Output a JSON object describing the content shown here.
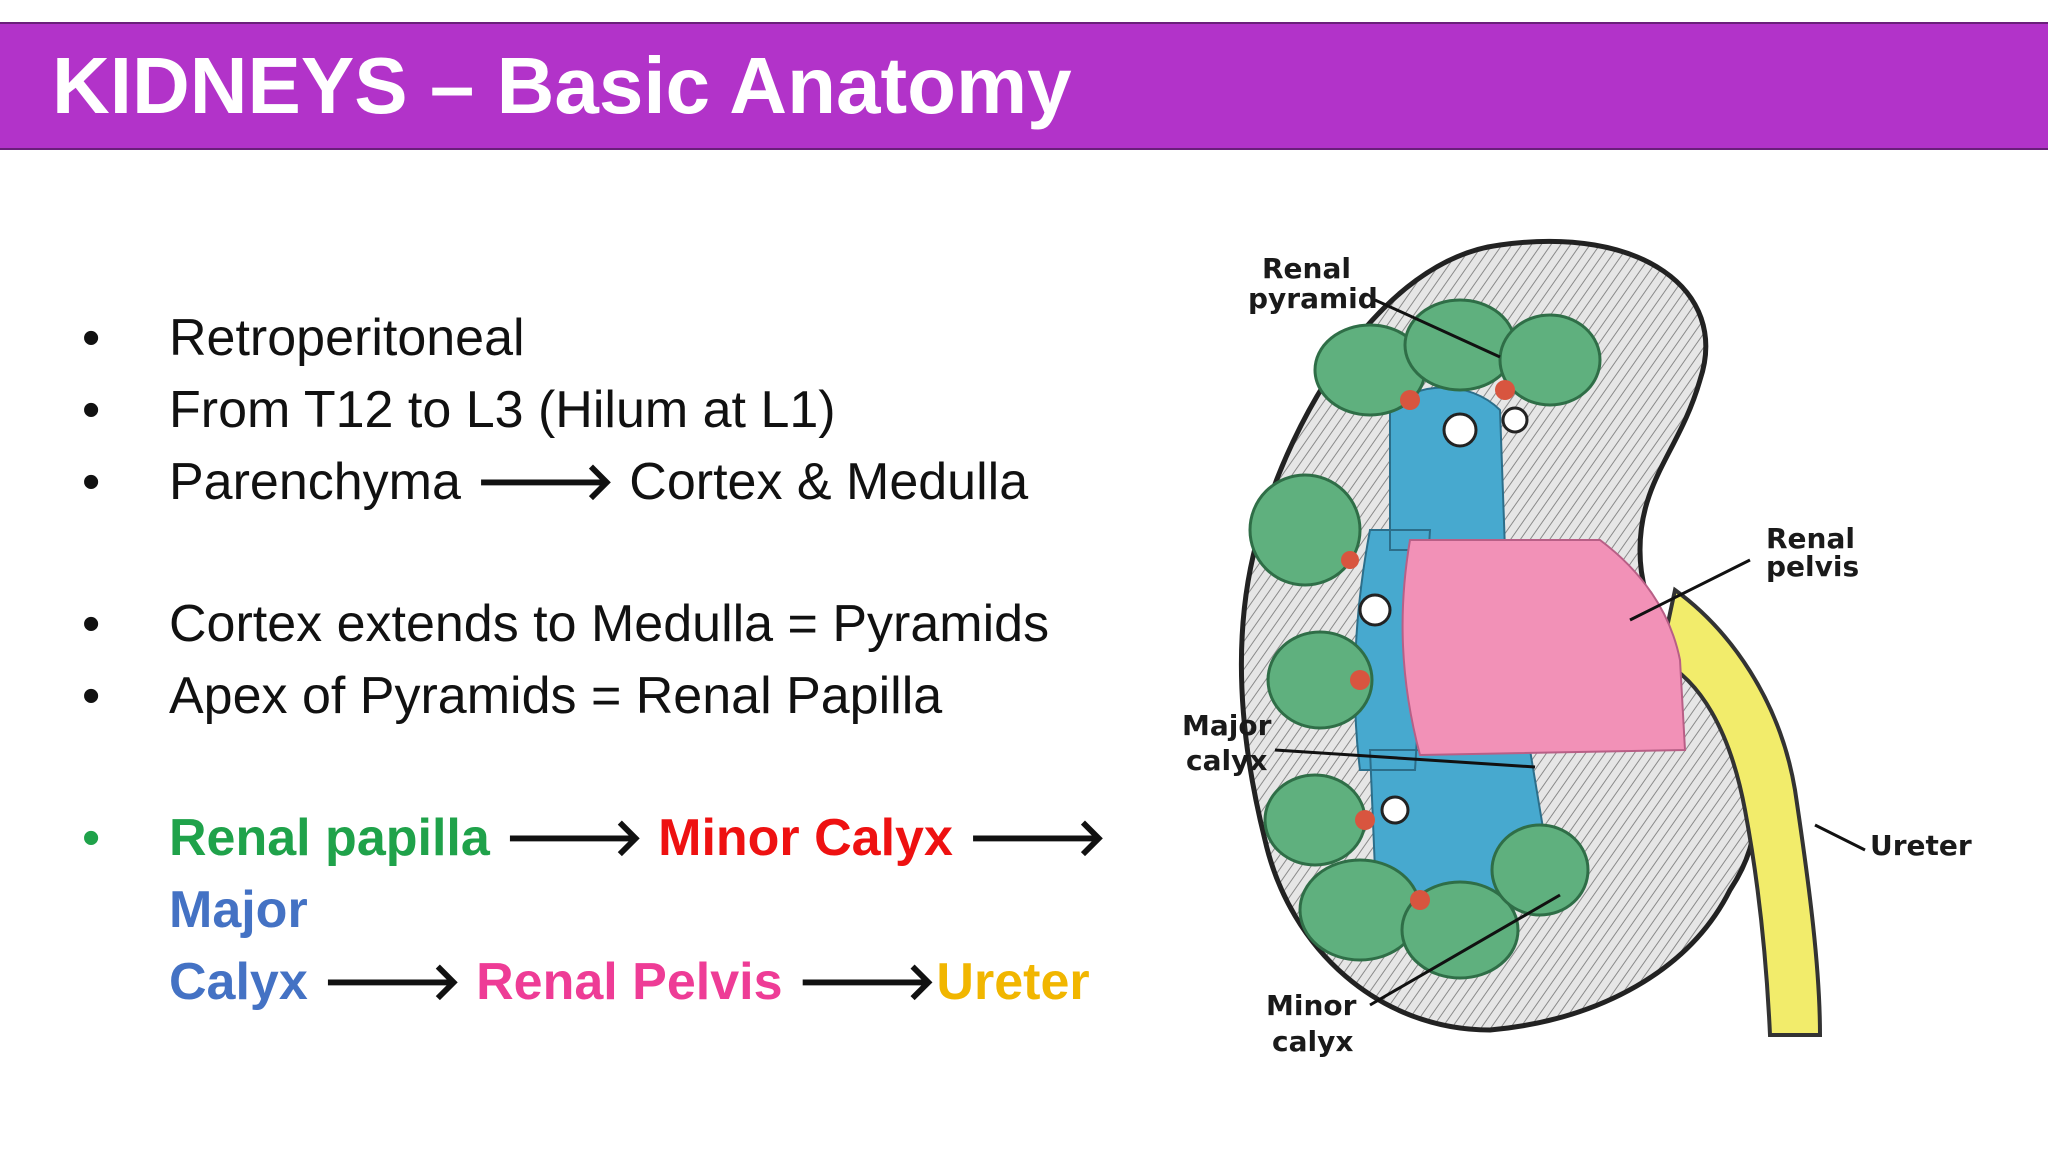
{
  "header": {
    "title": "KIDNEYS – Basic Anatomy"
  },
  "colors": {
    "title_bar": "#b233c9",
    "renal_papilla": "#1fa24a",
    "minor_calyx": "#ee1111",
    "major_calyx": "#4472c4",
    "renal_pelvis": "#ee3c96",
    "ureter": "#f1b600"
  },
  "bullets": {
    "group1": [
      "Retroperitoneal",
      "From T12 to L3 (Hilum at L1)"
    ],
    "parenchyma": {
      "left": "Parenchyma",
      "arrow": "🡒",
      "right": "Cortex & Medulla"
    },
    "group2": [
      "Cortex extends to Medulla = Pyramids",
      "Apex of Pyramids = Renal Papilla"
    ],
    "bullet_symbol": "•"
  },
  "flow": {
    "arrow": "🡒",
    "renal_papilla": "Renal papilla",
    "minor_calyx": "Minor Calyx",
    "major_calyx_line1": "Major",
    "major_calyx_line2": "Calyx",
    "renal_pelvis": "Renal Pelvis",
    "ureter": "Ureter"
  },
  "diagram": {
    "labels": {
      "renal_pyramid_1": "Renal",
      "renal_pyramid_2": "pyramid",
      "renal_pelvis_1": "Renal",
      "renal_pelvis_2": "pelvis",
      "major_calyx_1": "Major",
      "major_calyx_2": "calyx",
      "minor_calyx_1": "Minor",
      "minor_calyx_2": "calyx",
      "ureter": "Ureter"
    }
  }
}
